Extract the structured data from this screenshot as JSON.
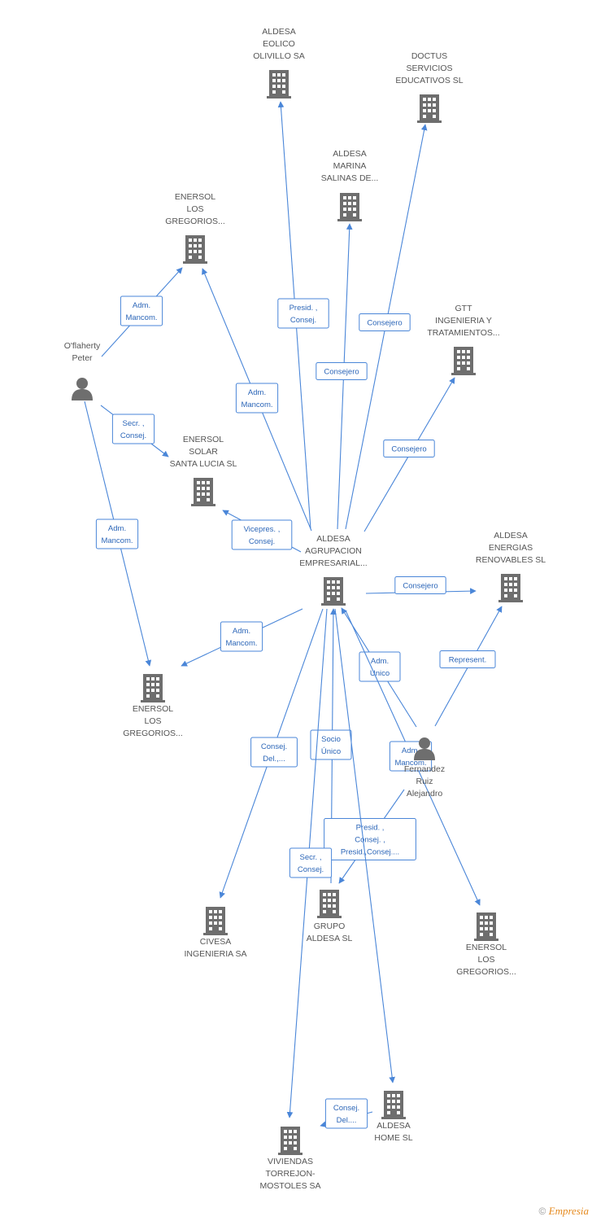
{
  "nodes": [
    {
      "id": "aldesa-agrupacion",
      "kind": "company",
      "label": [
        "ALDESA",
        "AGRUPACION",
        "EMPRESARIAL..."
      ]
    },
    {
      "id": "aldesa-eolico",
      "kind": "company",
      "label": [
        "ALDESA",
        "EOLICO",
        "OLIVILLO SA"
      ]
    },
    {
      "id": "doctus",
      "kind": "company",
      "label": [
        "DOCTUS",
        "SERVICIOS",
        "EDUCATIVOS SL"
      ]
    },
    {
      "id": "aldesa-marina",
      "kind": "company",
      "label": [
        "ALDESA",
        "MARINA",
        "SALINAS DE..."
      ]
    },
    {
      "id": "enersol-gregorios-1",
      "kind": "company",
      "label": [
        "ENERSOL",
        "LOS",
        "GREGORIOS..."
      ]
    },
    {
      "id": "gtt",
      "kind": "company",
      "label": [
        "GTT",
        "INGENIERIA Y",
        "TRATAMIENTOS..."
      ]
    },
    {
      "id": "oflaherty",
      "kind": "person",
      "label": [
        "O'flaherty",
        "Peter"
      ]
    },
    {
      "id": "enersol-solar",
      "kind": "company",
      "label": [
        "ENERSOL",
        "SOLAR",
        "SANTA LUCIA SL"
      ]
    },
    {
      "id": "aldesa-energias",
      "kind": "company",
      "label": [
        "ALDESA",
        "ENERGIAS",
        "RENOVABLES SL"
      ]
    },
    {
      "id": "enersol-gregorios-2",
      "kind": "company",
      "label": [
        "ENERSOL",
        "LOS",
        "GREGORIOS..."
      ]
    },
    {
      "id": "fernandez",
      "kind": "person",
      "label": [
        "Fernandez",
        "Ruiz",
        "Alejandro"
      ]
    },
    {
      "id": "civesa",
      "kind": "company",
      "label": [
        "CIVESA",
        "INGENIERIA SA"
      ]
    },
    {
      "id": "grupo-aldesa",
      "kind": "company",
      "label": [
        "GRUPO",
        "ALDESA SL"
      ]
    },
    {
      "id": "enersol-gregorios-3",
      "kind": "company",
      "label": [
        "ENERSOL",
        "LOS",
        "GREGORIOS..."
      ]
    },
    {
      "id": "aldesa-home",
      "kind": "company",
      "label": [
        "ALDESA",
        "HOME SL"
      ]
    },
    {
      "id": "viviendas",
      "kind": "company",
      "label": [
        "VIVIENDAS",
        "TORREJON-",
        "MOSTOLES SA"
      ]
    }
  ],
  "edges": [
    {
      "from": "aldesa-agrupacion",
      "to": "aldesa-eolico",
      "label": [
        "Presid. ,",
        "Consej."
      ]
    },
    {
      "from": "aldesa-agrupacion",
      "to": "doctus",
      "label": [
        "Consejero"
      ]
    },
    {
      "from": "aldesa-agrupacion",
      "to": "aldesa-marina",
      "label": [
        "Consejero"
      ]
    },
    {
      "from": "aldesa-agrupacion",
      "to": "enersol-gregorios-1",
      "label": [
        "Adm.",
        "Mancom."
      ]
    },
    {
      "from": "aldesa-agrupacion",
      "to": "gtt",
      "label": [
        "Consejero"
      ]
    },
    {
      "from": "oflaherty",
      "to": "enersol-gregorios-1",
      "label": [
        "Adm.",
        "Mancom."
      ]
    },
    {
      "from": "oflaherty",
      "to": "enersol-solar",
      "label": [
        "Secr. ,",
        "Consej."
      ]
    },
    {
      "from": "oflaherty",
      "to": "enersol-gregorios-2",
      "label": [
        "Adm.",
        "Mancom."
      ]
    },
    {
      "from": "aldesa-agrupacion",
      "to": "enersol-solar",
      "label": [
        "Vicepres. ,",
        "Consej."
      ]
    },
    {
      "from": "aldesa-agrupacion",
      "to": "aldesa-energias",
      "label": [
        "Consejero"
      ]
    },
    {
      "from": "aldesa-agrupacion",
      "to": "enersol-gregorios-2",
      "label": [
        "Adm.",
        "Mancom."
      ]
    },
    {
      "from": "fernandez",
      "to": "aldesa-energias",
      "label": [
        "Represent."
      ]
    },
    {
      "from": "fernandez",
      "to": "aldesa-agrupacion",
      "label": [
        "Adm.",
        "Unico"
      ]
    },
    {
      "from": "aldesa-agrupacion",
      "to": "civesa",
      "label": [
        "Consej.",
        "Del.,..."
      ]
    },
    {
      "from": "grupo-aldesa",
      "to": "aldesa-agrupacion",
      "label": [
        "Socio",
        "Único"
      ]
    },
    {
      "from": "fernandez",
      "to": "grupo-aldesa",
      "label": [
        "Presid. ,",
        "Consej. ,",
        "Presid.,Consej...."
      ]
    },
    {
      "from": "aldesa-agrupacion",
      "to": "enersol-gregorios-3",
      "label": [
        "Adm.",
        "Mancom."
      ]
    },
    {
      "from": "aldesa-agrupacion",
      "to": "viviendas",
      "label": [
        "Secr. ,",
        "Consej."
      ]
    },
    {
      "from": "aldesa-agrupacion",
      "to": "aldesa-home",
      "label": []
    },
    {
      "from": "aldesa-home",
      "to": "viviendas",
      "label": [
        "Consej.",
        "Del...."
      ]
    }
  ],
  "footer": {
    "copyright_symbol": "©",
    "brand": "Empresia"
  },
  "colors": {
    "edge": "#4a86d8",
    "edge_text": "#2c66b8",
    "icon": "#6e6e6e",
    "label": "#555555"
  }
}
